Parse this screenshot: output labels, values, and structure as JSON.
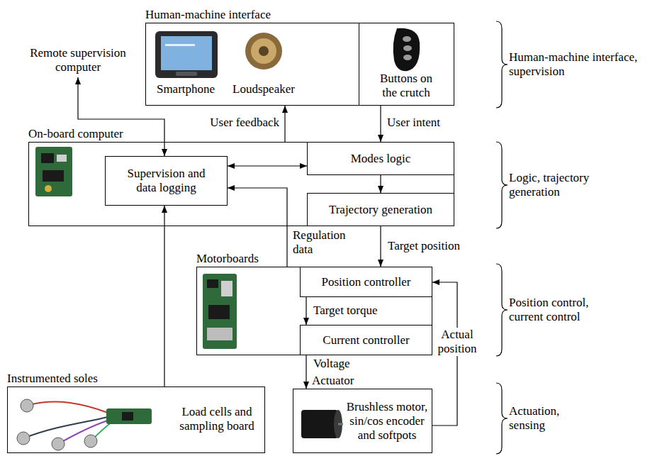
{
  "diagram": {
    "nodes": [
      {
        "text": [
          "Human-machine interface",
          "Smartphone",
          "Loudspeaker"
        ]
      },
      {
        "text": [
          "Buttons on the crutch"
        ],
        "in": 0
      },
      {
        "text": [
          "Remote supervision computer"
        ]
      },
      {
        "text": [
          "On-board computer"
        ]
      },
      {
        "text": [
          "Supervision and data logging"
        ],
        "in": 3
      },
      {
        "text": [
          "Modes logic"
        ],
        "in": 3
      },
      {
        "text": [
          "Trajectory generation"
        ],
        "in": 3
      },
      {
        "text": [
          "Motorboards"
        ]
      },
      {
        "text": [
          "Position controller"
        ],
        "in": 7
      },
      {
        "text": [
          "Current controller"
        ],
        "in": 7
      },
      {
        "text": [
          "Instrumented soles",
          "Load cells and sampling board"
        ]
      },
      {
        "text": [
          "Actuator",
          "Brushless motor, sin/cos encoder and softpots"
        ]
      }
    ],
    "edges": [
      {
        "from": 1,
        "to": 5,
        "label": "User intent",
        "arrow": "to"
      },
      {
        "from": 3,
        "to": 0,
        "label": "User feedback",
        "arrow": "to"
      },
      {
        "from": 4,
        "to": 2,
        "arrow": "both"
      },
      {
        "from": 4,
        "to": 5,
        "arrow": "both"
      },
      {
        "from": 5,
        "to": 6,
        "arrow": "to"
      },
      {
        "from": 6,
        "to": 8,
        "label": "Target position",
        "arrow": "to"
      },
      {
        "from": 7,
        "to": 4,
        "label": "Regulation data",
        "arrow": "to"
      },
      {
        "from": 8,
        "to": 9,
        "label": "Target torque",
        "arrow": "to"
      },
      {
        "from": 9,
        "to": 11,
        "label": "Voltage",
        "arrow": "to"
      },
      {
        "from": 11,
        "to": 8,
        "label": "Actual position",
        "arrow": "to"
      },
      {
        "from": 10,
        "to": 4,
        "arrow": "to"
      }
    ],
    "labels": [
      "Human-machine interface, supervision",
      "Logic, trajectory generation",
      "Position control, current control",
      "Actuation, sensing"
    ]
  }
}
